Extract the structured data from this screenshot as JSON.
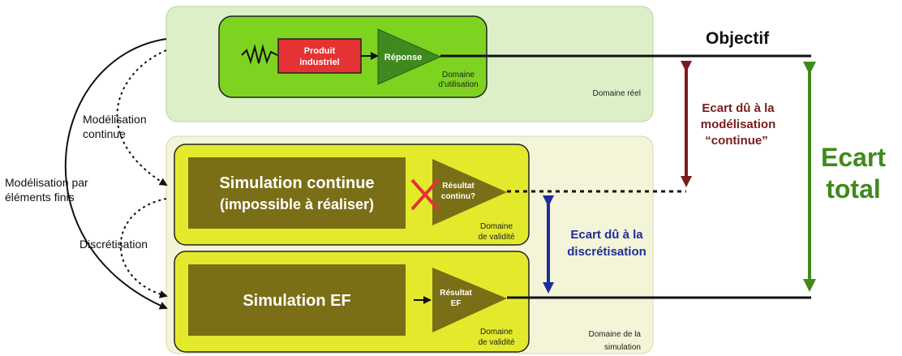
{
  "real_domain": {
    "label": "Domaine réel",
    "use_domain": {
      "label_line1": "Domaine",
      "label_line2": "d'utilisation"
    },
    "product": {
      "line1": "Produit",
      "line2": "industriel"
    },
    "response": {
      "label": "Réponse"
    }
  },
  "simulation_domain": {
    "label_line1": "Domaine de la",
    "label_line2": "simulation",
    "continuous": {
      "title_line1": "Simulation continue",
      "title_line2": "(impossible à réaliser)",
      "result_line1": "Résultat",
      "result_line2": "continu?",
      "validity_line1": "Domaine",
      "validity_line2": "de validité"
    },
    "fe": {
      "title": "Simulation EF",
      "result_line1": "Résultat",
      "result_line2": "EF",
      "validity_line1": "Domaine",
      "validity_line2": "de validité"
    }
  },
  "side_labels": {
    "continuous_modeling_line1": "Modélisation",
    "continuous_modeling_line2": "continue",
    "fe_modeling_line1": "Modélisation par",
    "fe_modeling_line2": "éléments finis",
    "discretization": "Discrétisation"
  },
  "right_labels": {
    "objective": "Objectif",
    "gap_modeling_line1": "Ecart dû à la",
    "gap_modeling_line2": "modélisation",
    "gap_modeling_line3": "“continue”",
    "gap_discretization_line1": "Ecart dû à la",
    "gap_discretization_line2": "discrétisation",
    "total_line1": "Ecart",
    "total_line2": "total"
  },
  "colors": {
    "real_bg": "#dcefc8",
    "sim_bg": "#f3f4d8",
    "use_box": "#7ed321",
    "validity_box": "#e3ea2c",
    "olive": "#7a6f16",
    "product_red": "#e53232",
    "gap_modeling": "#7a1c1c",
    "gap_discretization": "#1f2c9c",
    "total_green": "#3f8a1e"
  }
}
